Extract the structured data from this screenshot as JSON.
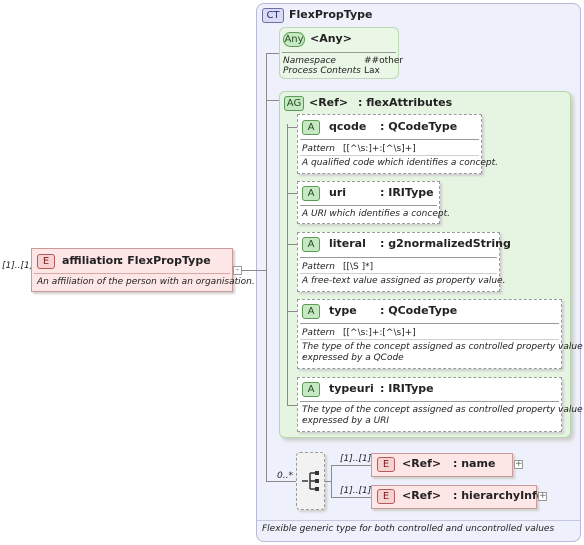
{
  "complex_type": {
    "badge": "CT",
    "name": "FlexPropType",
    "footer": "Flexible generic type for both controlled and uncontrolled values"
  },
  "any": {
    "badge": "Any",
    "title": "<Any>",
    "ns_label": "Namespace",
    "ns_value": "##other",
    "pc_label": "Process Contents",
    "pc_value": "Lax"
  },
  "attr_group": {
    "badge": "AG",
    "ref": "<Ref>",
    "name": ": flexAttributes"
  },
  "attributes": [
    {
      "badge": "A",
      "name": "qcode",
      "type": ": QCodeType",
      "pattern_label": "Pattern",
      "pattern": "[[^\\s:]+:[^\\s]+]",
      "desc1": "A qualified code which identifies a concept.",
      "desc2": ""
    },
    {
      "badge": "A",
      "name": "uri",
      "type": ": IRIType",
      "pattern_label": "",
      "pattern": "",
      "desc1": "A URI which identifies a concept.",
      "desc2": ""
    },
    {
      "badge": "A",
      "name": "literal",
      "type": ": g2normalizedString",
      "pattern_label": "Pattern",
      "pattern": "[[\\S ]*]",
      "desc1": "A free-text value assigned as property value.",
      "desc2": ""
    },
    {
      "badge": "A",
      "name": "type",
      "type": ": QCodeType",
      "pattern_label": "Pattern",
      "pattern": "[[^\\s:]+:[^\\s]+]",
      "desc1": "The type of the concept assigned as controlled property value -",
      "desc2": "expressed by a QCode"
    },
    {
      "badge": "A",
      "name": "typeuri",
      "type": ": IRIType",
      "pattern_label": "",
      "pattern": "",
      "desc1": "The type of the concept assigned as controlled property value -",
      "desc2": "expressed by a URI"
    }
  ],
  "element": {
    "badge": "E",
    "name": "affiliation",
    "type": ": FlexPropType",
    "cardinality": "[1]..[1]",
    "desc": "An affiliation of the person with an organisation."
  },
  "sequence": {
    "cardinality": "0..*"
  },
  "children": [
    {
      "badge": "E",
      "ref": "<Ref>",
      "name": ": name",
      "cardinality": "[1]..[1]"
    },
    {
      "badge": "E",
      "ref": "<Ref>",
      "name": ": hierarchyInfo",
      "cardinality": "[1]..[1]"
    }
  ],
  "colors": {
    "ct_bg": "#eef0fb",
    "ag_bg": "#e6f5e2",
    "element_bg": "#fde6e6",
    "line": "#8a8a8a"
  }
}
